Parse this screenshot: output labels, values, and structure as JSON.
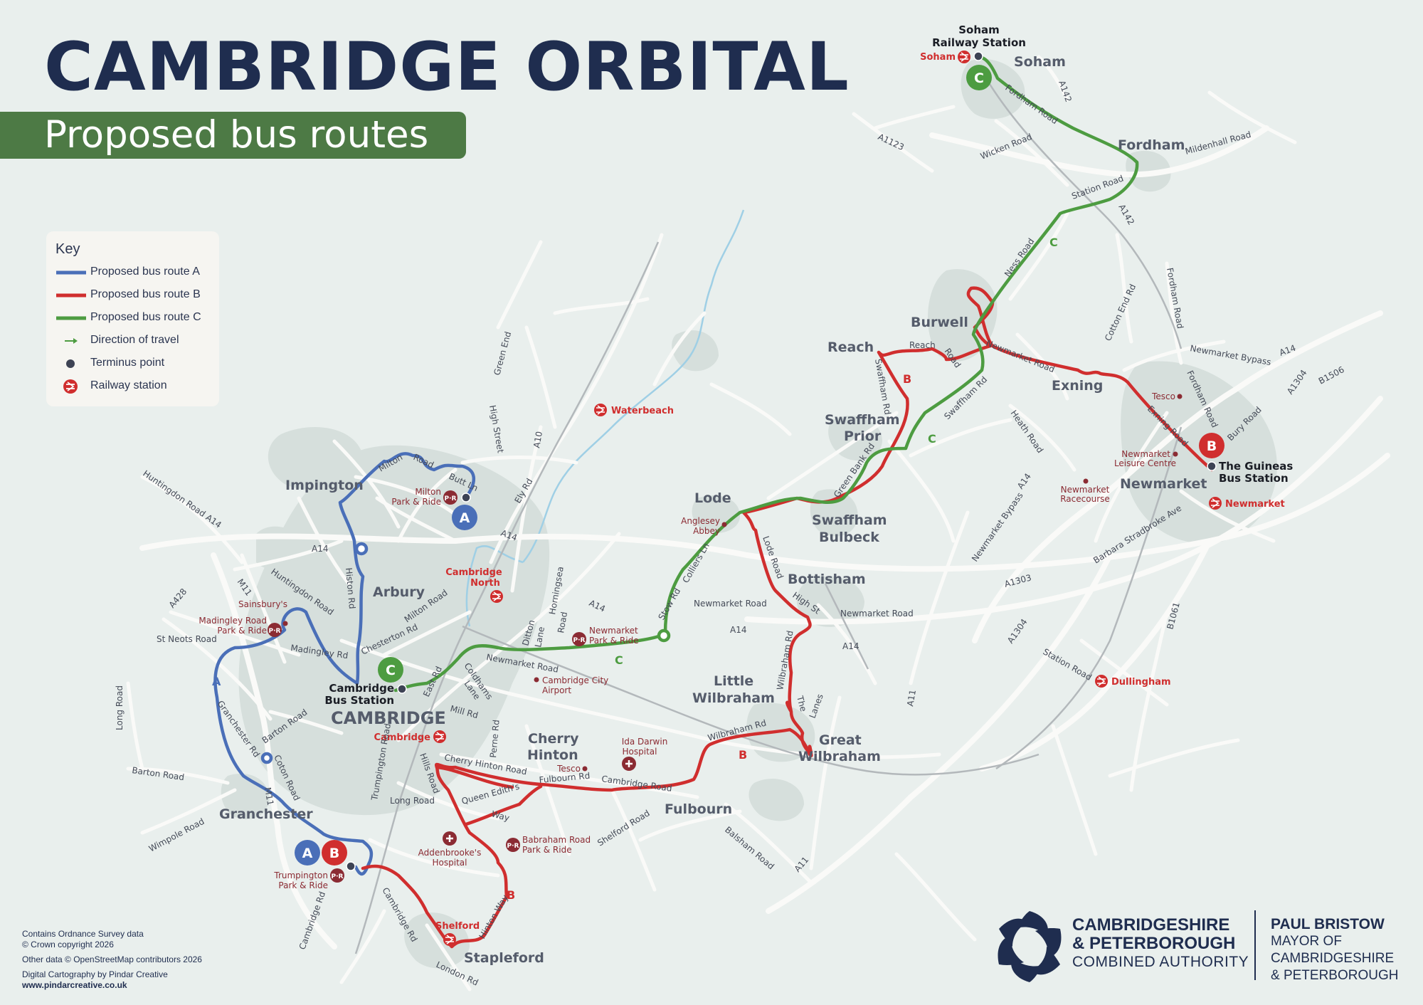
{
  "title": "CAMBRIDGE ORBITAL",
  "subtitle": "Proposed bus routes",
  "colors": {
    "route_a": "#4a6fb8",
    "route_b": "#d02e2e",
    "route_c": "#4d9c41",
    "navy": "#1f2d4f",
    "subtitle_bg": "#4d7a45",
    "background": "#e9efed",
    "roads": "#fafaf8",
    "built_up": "#d6dfdc",
    "water": "#9fcfe5"
  },
  "key": {
    "title": "Key",
    "items": [
      {
        "label": "Proposed bus route A",
        "symbol": "line",
        "color": "#4a6fb8"
      },
      {
        "label": "Proposed bus route B",
        "symbol": "line",
        "color": "#d02e2e"
      },
      {
        "label": "Proposed bus route C",
        "symbol": "line",
        "color": "#4d9c41"
      },
      {
        "label": "Direction of travel",
        "symbol": "arrow-icon",
        "color": "#4d9c41"
      },
      {
        "label": "Terminus point",
        "symbol": "dot-icon",
        "color": "#3d4354"
      },
      {
        "label": "Railway station",
        "symbol": "railway-icon",
        "color": "#d02e2e"
      }
    ]
  },
  "map": {
    "route_letters": [
      "A",
      "B",
      "C"
    ],
    "places": {
      "soham": "Soham",
      "fordham": "Fordham",
      "burwell": "Burwell",
      "reach": "Reach",
      "exning": "Exning",
      "swaffham_prior_1": "Swaffham",
      "swaffham_prior_2": "Prior",
      "lode": "Lode",
      "swaffham_bulbeck_1": "Swaffham",
      "swaffham_bulbeck_2": "Bulbeck",
      "newmarket": "Newmarket",
      "impington": "Impington",
      "arbury": "Arbury",
      "bottisham": "Bottisham",
      "cambridge": "CAMBRIDGE",
      "little_wilbraham_1": "Little",
      "little_wilbraham_2": "Wilbraham",
      "great_wilbraham_1": "Great",
      "great_wilbraham_2": "Wilbraham",
      "cherry_hinton_1": "Cherry",
      "cherry_hinton_2": "Hinton",
      "fulbourn": "Fulbourn",
      "granchester": "Granchester",
      "stapleford": "Stapleford"
    },
    "termini": {
      "soham_rs_1": "Soham",
      "soham_rs_2": "Railway Station",
      "guineas_1": "The Guineas",
      "guineas_2": "Bus Station",
      "cbs_1": "Cambridge",
      "cbs_2": "Bus Station"
    },
    "stations": {
      "soham": "Soham",
      "waterbeach": "Waterbeach",
      "cambridge_north_1": "Cambridge",
      "cambridge_north_2": "North",
      "cambridge": "Cambridge",
      "shelford": "Shelford",
      "newmarket": "Newmarket",
      "dullingham": "Dullingham"
    },
    "pois": {
      "milton_pr_1": "Milton",
      "milton_pr_2": "Park & Ride",
      "madingley_pr_1": "Madingley Road",
      "madingley_pr_2": "Park & Ride",
      "sainsburys": "Sainsbury's",
      "newmarket_pr_1": "Newmarket",
      "newmarket_pr_2": "Park & Ride",
      "trumpington_pr_1": "Trumpington",
      "trumpington_pr_2": "Park & Ride",
      "babraham_pr_1": "Babraham Road",
      "babraham_pr_2": "Park & Ride",
      "anglesey_1": "Anglesey",
      "anglesey_2": "Abbey",
      "airport_1": "Cambridge City",
      "airport_2": "Airport",
      "ida_1": "Ida Darwin",
      "ida_2": "Hospital",
      "addenbrookes_1": "Addenbrooke's",
      "addenbrookes_2": "Hospital",
      "tesco_ch": "Tesco",
      "tesco_nm": "Tesco",
      "nm_leisure_1": "Newmarket",
      "nm_leisure_2": "Leisure Centre",
      "nm_race_1": "Newmarket",
      "nm_race_2": "Racecourse"
    },
    "roads": {
      "a142_n": "A142",
      "fordham_road_soham": "Fordham Road",
      "a1123": "A1123",
      "wicken_road": "Wicken Road",
      "mildenhall_road": "Mildenhall Road",
      "station_road_fordham": "Station Road",
      "a142_s": "A142",
      "ness_road": "Ness Road",
      "cotton_end_rd": "Cotton End Rd",
      "fordham_road_e": "Fordham Road",
      "fordham_road_nm": "Fordham Road",
      "reach_road_1": "Reach",
      "reach_road_2": "Road",
      "newmarket_road_burwell": "Newmarket Road",
      "newmarket_bypass_n": "Newmarket Bypass",
      "a14_ne": "A14",
      "a1304_ne": "A1304",
      "b1506": "B1506",
      "swaffham_rd_w": "Swaffham Rd",
      "swaffham_rd_e": "Swaffham Rd",
      "heath_road": "Heath Road",
      "exning_road": "Exning Road",
      "bury_road": "Bury Road",
      "green_bank_rd": "Green Bank Rd",
      "a14_mid": "A14",
      "newmarket_bypass_s": "Newmarket Bypass",
      "barbara_stradbroke": "Barbara Stradbroke Ave",
      "green_end": "Green End",
      "high_street": "High Street",
      "a10": "A10",
      "ely_rd": "Ely Rd",
      "huntingdon_road_a14": "Huntingdon Road A14",
      "milton_road_n_1": "Milton",
      "milton_road_n_2": "Road",
      "butt_ln": "Butt Ln",
      "a14_w": "A14",
      "a14_cn": "A14",
      "histon_rd": "Histon Rd",
      "huntingdon_road": "Huntingdon Road",
      "milton_road": "Milton Road",
      "horningsea_road_1": "Horningsea",
      "horningsea_road_2": "Road",
      "ditton_lane_1": "Ditton",
      "ditton_lane_2": "Lane",
      "a14_e": "A14",
      "stow_rd": "Stow Rd",
      "colliers_ln": "Colliers Ln",
      "lode_road": "Lode Road",
      "high_st_bott": "High St",
      "a1303": "A1303",
      "newmarket_road_e1": "Newmarket Road",
      "newmarket_road_e2": "Newmarket Road",
      "a14_s1": "A14",
      "a14_s2": "A14",
      "a1304_s": "A1304",
      "b1061": "B1061",
      "station_road_dull": "Station Road",
      "m11_n": "M11",
      "a428": "A428",
      "st_neots_road": "St Neots Road",
      "madingley_rd": "Madingley Rd",
      "chesterton_rd": "Chesterton Rd",
      "newmarket_road_w": "Newmarket Road",
      "long_road_w": "Long Road",
      "granchester_rd": "Granchester Rd",
      "barton_road": "Barton Road",
      "coton_road": "Coton Road",
      "barton_road_w": "Barton Road",
      "m11_s": "M11",
      "east_rd": "East Rd",
      "coldhams_1": "Coldhams",
      "coldhams_2": "Lane",
      "mill_rd": "Mill Rd",
      "wilbraham_rd_v": "Wilbraham Rd",
      "the_lanes_1": "The",
      "the_lanes_2": "Lanes",
      "wilbraham_rd_h": "Wilbraham Rd",
      "trumpington_road": "Trumpington Road",
      "hills_road": "Hills Road",
      "perne_rd": "Perne Rd",
      "cherry_hinton_road": "Cherry Hinton Road",
      "fulbourn_rd": "Fulbourn Rd",
      "cambridge_road": "Cambridge Road",
      "long_road": "Long Road",
      "queen_ediths_1": "Queen Edith's",
      "queen_ediths_2": "Way",
      "wimpole_road": "Wimpole Road",
      "shelford_road": "Shelford Road",
      "balsham_road": "Balsham Road",
      "a11_s": "A11",
      "a11_e": "A11",
      "cambridge_rd_s1": "Cambridge Rd",
      "cambridge_rd_s2": "Cambridge Rd",
      "hinton_way": "Hinton Way",
      "london_rd": "London Rd"
    }
  },
  "credits": {
    "line1": "Contains Ordnance Survey data",
    "line2": "© Crown copyright 2026",
    "line3": "Other data © OpenStreetMap contributors 2026",
    "line4": "Digital Cartography by Pindar Creative",
    "line5": "www.pindarcreative.co.uk"
  },
  "logo": {
    "authority_line1": "CAMBRIDGESHIRE",
    "authority_line2": "& PETERBOROUGH",
    "authority_line3": "COMBINED AUTHORITY",
    "mayor_line1": "PAUL BRISTOW",
    "mayor_line2": "MAYOR OF",
    "mayor_line3": "CAMBRIDGESHIRE",
    "mayor_line4": "& PETERBOROUGH"
  }
}
